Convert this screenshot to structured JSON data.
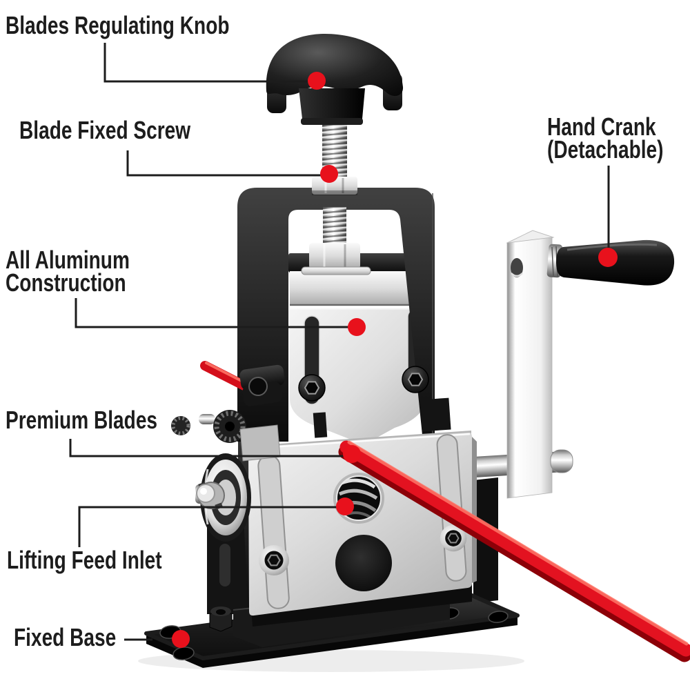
{
  "figure": {
    "type": "annotated-product-diagram",
    "subject": "hand-crank wire stripping machine",
    "background": "#ffffff"
  },
  "style": {
    "dot_color": "#e8111c",
    "leader_line_color": "#1c1c1c",
    "label_color": "#1d1d1d",
    "wire_color": "#e31220"
  },
  "labels": {
    "blades_regulating_knob": {
      "text": "Blades Regulating Knob"
    },
    "blade_fixed_screw": {
      "text": "Blade Fixed Screw"
    },
    "hand_crank": {
      "line1": "Hand Crank",
      "line2": "(Detachable)"
    },
    "all_aluminum_construction": {
      "line1": "All Aluminum",
      "line2": "Construction"
    },
    "premium_blades": {
      "text": "Premium Blades"
    },
    "lifting_feed_inlet": {
      "text": "Lifting Feed Inlet"
    },
    "fixed_base": {
      "text": "Fixed Base"
    }
  }
}
